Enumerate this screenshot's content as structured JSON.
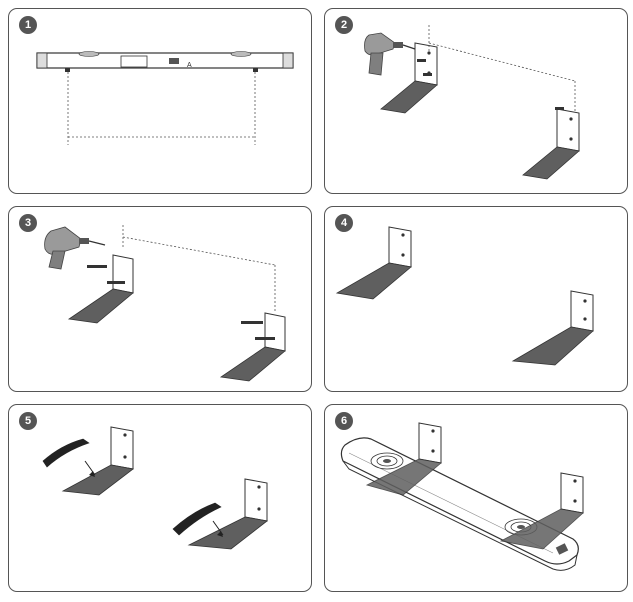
{
  "steps": [
    {
      "number": "1"
    },
    {
      "number": "2"
    },
    {
      "number": "3"
    },
    {
      "number": "4"
    },
    {
      "number": "5"
    },
    {
      "number": "6"
    }
  ],
  "soundbar_label": "A"
}
